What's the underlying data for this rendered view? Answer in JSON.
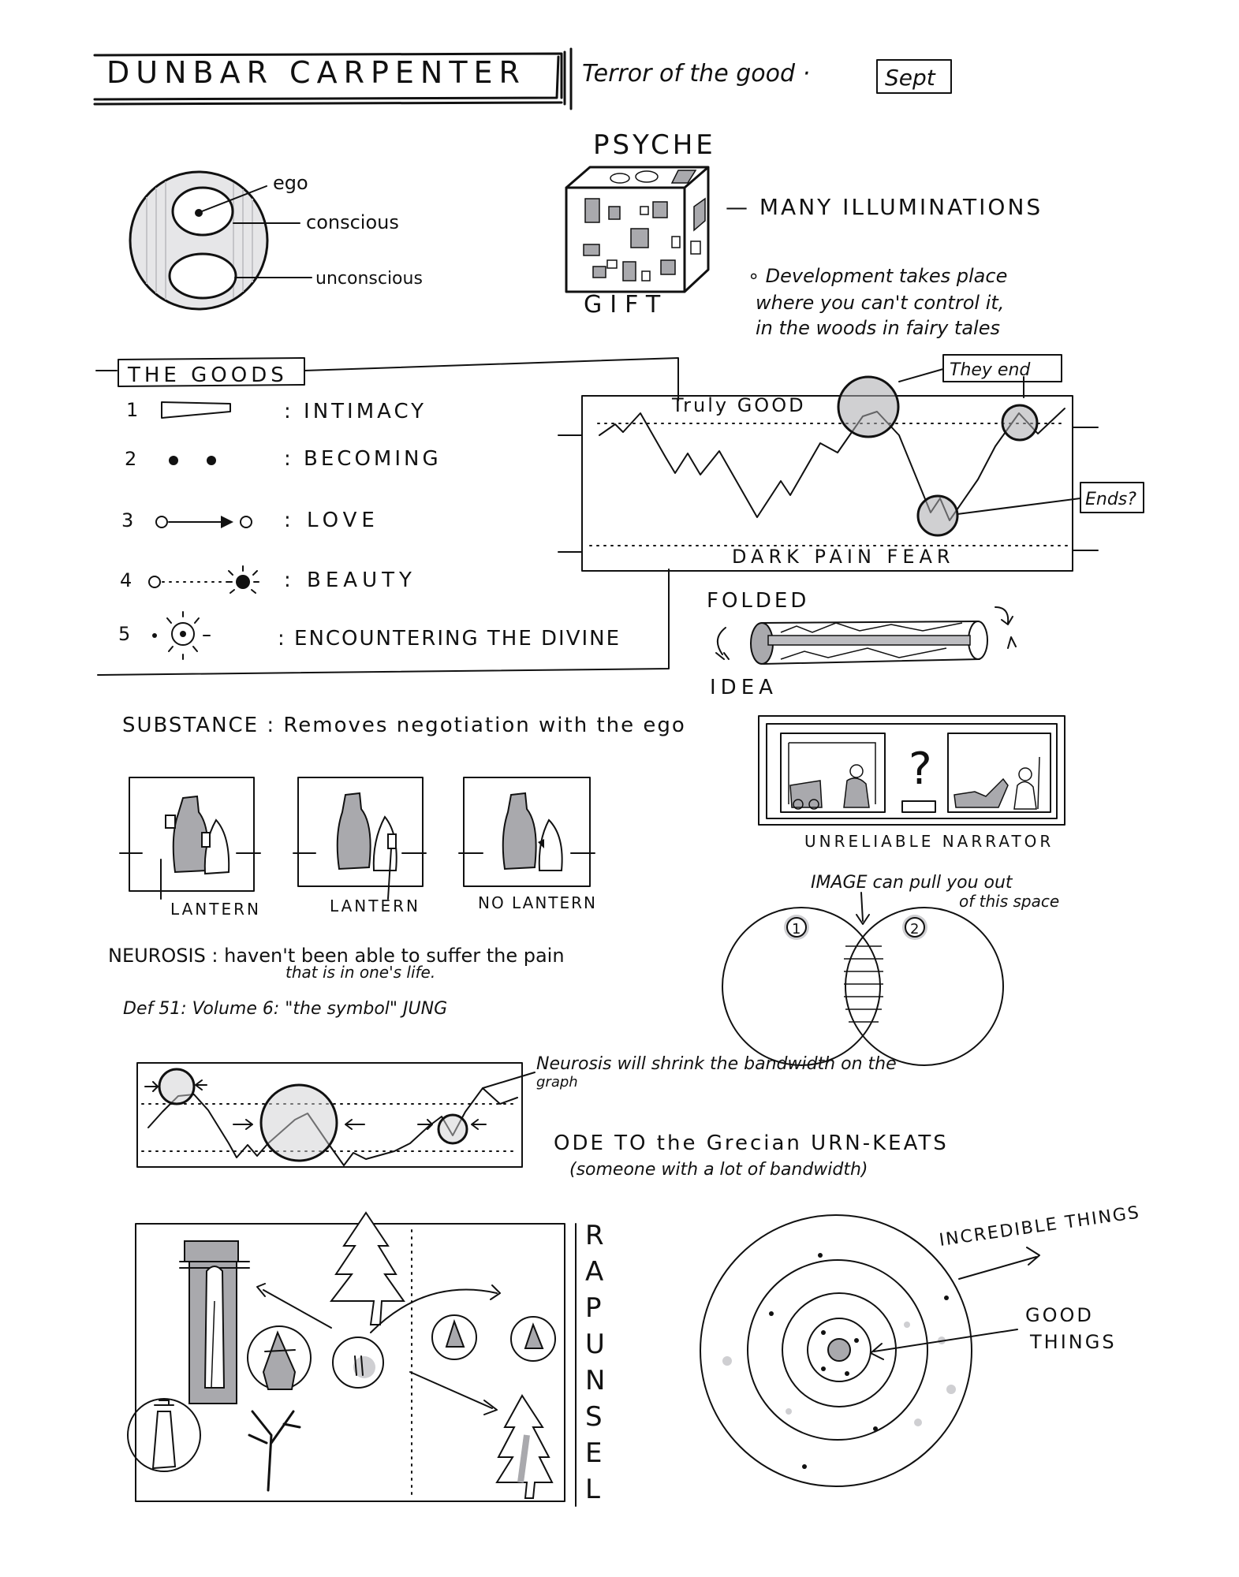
{
  "header": {
    "name": "DUNBAR CARPENTER",
    "title": "Terror of the good ·",
    "month": "Sept"
  },
  "psyche_diagram": {
    "labels": [
      "ego",
      "conscious",
      "unconscious"
    ]
  },
  "psyche_cube": {
    "title": "PSYCHE",
    "bottom_label": "GIFT",
    "side_label": "— MANY ILLUMINATIONS"
  },
  "development_note": {
    "lines": [
      "∘ Development takes place",
      "where you can't control it,",
      "in the woods in fairy tales"
    ]
  },
  "goods": {
    "heading": "THE GOODS",
    "items": [
      {
        "number": "1",
        "label": ": INTIMACY"
      },
      {
        "number": "2",
        "label": ": BECOMING"
      },
      {
        "number": "3",
        "label": ": LOVE"
      },
      {
        "number": "4",
        "label": ": BEAUTY"
      },
      {
        "number": "5",
        "label": ": ENCOUNTERING THE DIVINE"
      }
    ]
  },
  "good_graph": {
    "top_label": "Truly GOOD",
    "bottom_label": "DARK PAIN FEAR",
    "callout_top": "They end",
    "callout_side": "Ends?"
  },
  "folded_idea": {
    "top": "FOLDED",
    "bottom": "IDEA"
  },
  "substance": {
    "line": "SUBSTANCE : Removes negotiation with the ego",
    "panels": [
      "LANTERN",
      "LANTERN",
      "NO LANTERN"
    ]
  },
  "narrator": {
    "mark": "?",
    "label": "UNRELIABLE NARRATOR"
  },
  "image_venn": {
    "note_lines": [
      "IMAGE can pull you out",
      "of this space"
    ],
    "circle_labels": [
      "1",
      "2"
    ]
  },
  "neurosis": {
    "lines": [
      "NEUROSIS : haven't been able to suffer the pain",
      "that is in one's life."
    ],
    "reference": "Def 51: Volume 6: \"the symbol\" JUNG"
  },
  "bandwidth": {
    "note_lines": [
      "Neurosis will shrink the bandwidth on the",
      "graph"
    ]
  },
  "ode": {
    "lines": [
      "ODE TO the Grecian URN-KEATS",
      "(someone with a lot of bandwidth)"
    ]
  },
  "rapunzel": {
    "letters": [
      "R",
      "A",
      "P",
      "U",
      "N",
      "S",
      "E",
      "L"
    ]
  },
  "target": {
    "outer_label": "INCREDIBLE THINGS",
    "inner_label_lines": [
      "GOOD",
      "THINGS"
    ]
  }
}
